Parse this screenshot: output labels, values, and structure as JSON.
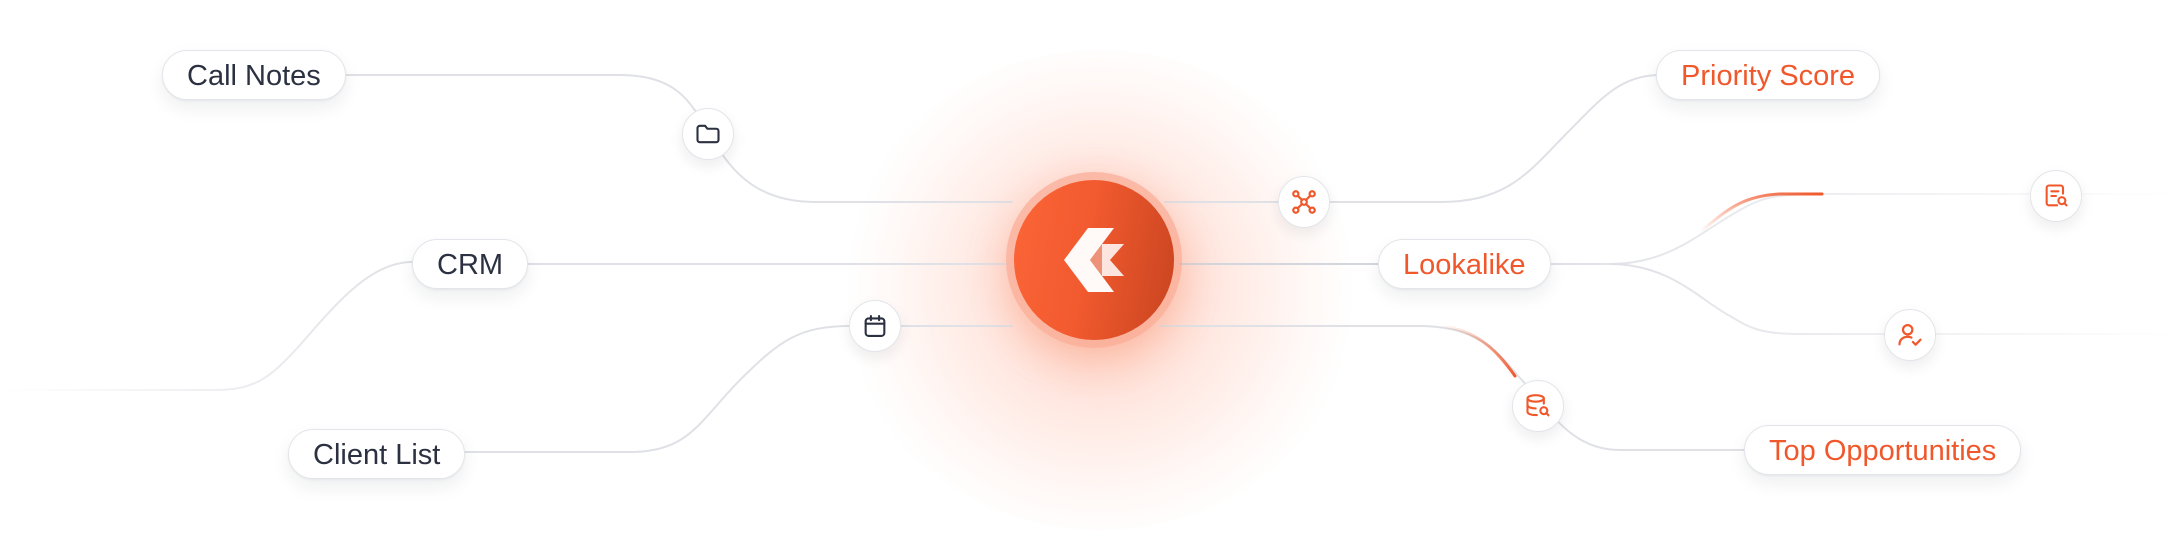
{
  "colors": {
    "accent": "#f0582c",
    "text_dark": "#2b3140",
    "line": "#dfe1e6",
    "hub_gradient_start": "#fb6537",
    "hub_gradient_end": "#c8441f"
  },
  "hub": {
    "logo_icon": "brand-logo-icon"
  },
  "inputs": [
    {
      "label": "Call Notes"
    },
    {
      "label": "CRM"
    },
    {
      "label": "Client List"
    }
  ],
  "outputs": [
    {
      "label": "Priority Score"
    },
    {
      "label": "Lookalike"
    },
    {
      "label": "Top Opportunities"
    }
  ],
  "icons": {
    "folder": "folder-icon",
    "calendar": "calendar-icon",
    "network": "network-icon",
    "report": "report-search-icon",
    "user_check": "user-check-icon",
    "database": "database-search-icon"
  }
}
